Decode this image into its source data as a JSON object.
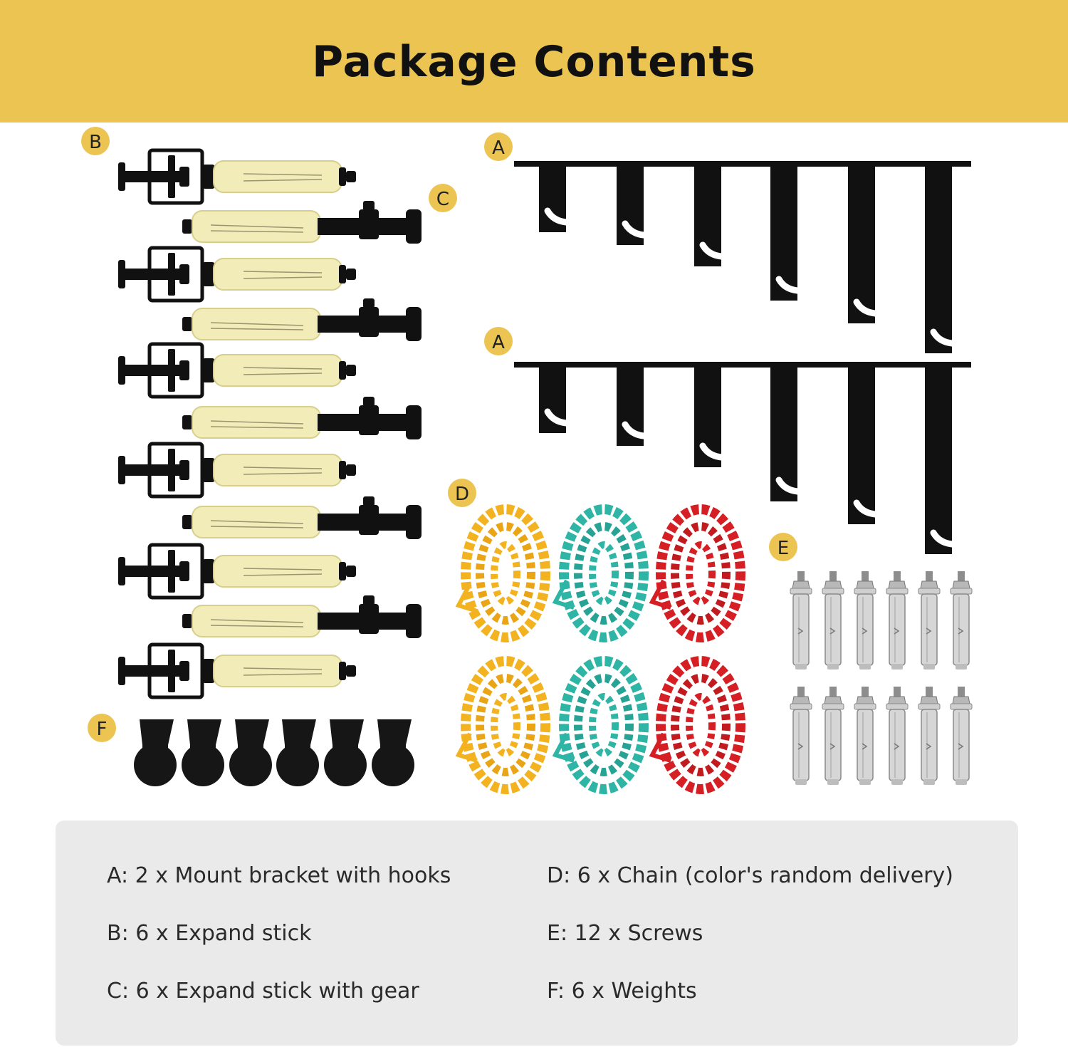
{
  "title": "Package Contents",
  "colors": {
    "banner": "#ecc452",
    "badge": "#ecc452",
    "chain_yellow": "#f3b321",
    "chain_green": "#2fb5a5",
    "chain_red": "#d61f24",
    "stick_cream": "#f2ecb9",
    "metal_black": "#111111"
  },
  "badges": {
    "a1": "A",
    "a2": "A",
    "b": "B",
    "c": "C",
    "d": "D",
    "e": "E",
    "f": "F"
  },
  "legend": [
    "A: 2 x Mount bracket with hooks",
    "B: 6 x Expand stick",
    "C: 6 x Expand stick with gear",
    "D: 6 x Chain (color's random delivery)",
    "E: 12 x Screws",
    "F: 6 x Weights"
  ]
}
